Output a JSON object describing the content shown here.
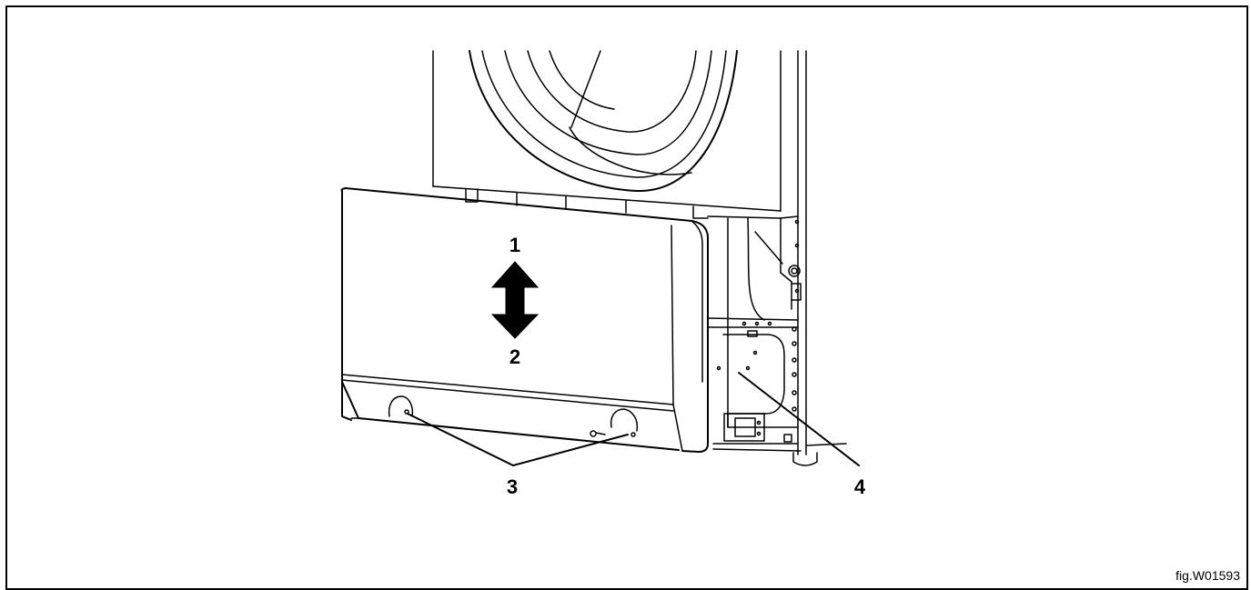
{
  "figure": {
    "code": "fig.W01593",
    "callouts": {
      "c1": "1",
      "c2": "2",
      "c3": "3",
      "c4": "4"
    }
  }
}
